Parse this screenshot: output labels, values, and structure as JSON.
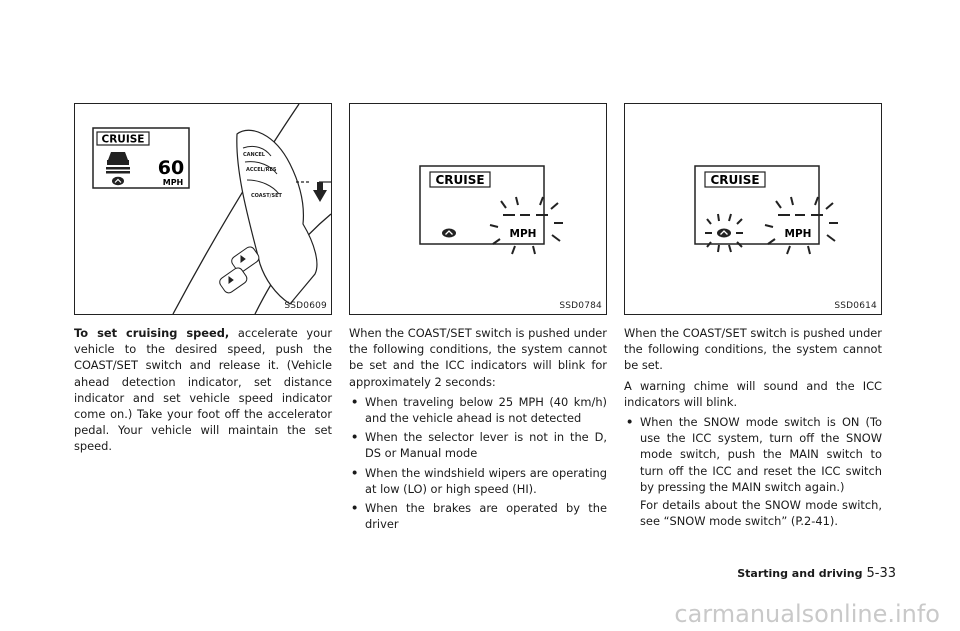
{
  "figures": [
    {
      "code": "SSD0609",
      "display": {
        "cruise_label": "CRUISE",
        "speed": "60",
        "unit": "MPH"
      },
      "steering_buttons": [
        "CANCEL",
        "ACCEL/RES",
        "COAST/SET"
      ]
    },
    {
      "code": "SSD0784",
      "display": {
        "cruise_label": "CRUISE",
        "unit": "MPH"
      }
    },
    {
      "code": "SSD0614",
      "display": {
        "cruise_label": "CRUISE",
        "unit": "MPH"
      }
    }
  ],
  "col1": {
    "lead_bold": "To set cruising speed,",
    "lead_rest": " accelerate your vehicle to the desired speed, push the COAST/SET switch and release it. (Vehicle ahead detection indicator, set distance indicator and set vehicle speed indicator come on.) Take your foot off the accelerator pedal. Your vehicle will maintain the set speed."
  },
  "col2": {
    "intro": "When the COAST/SET switch is pushed under the following conditions, the system cannot be set and the ICC indicators will blink for approximately 2 seconds:",
    "bullets": [
      "When traveling below 25 MPH (40 km/h) and the vehicle ahead is not detected",
      "When the selector lever is not in the D, DS or Manual mode",
      "When the windshield wipers are operating at low (LO) or high speed (HI).",
      "When the brakes are operated by the driver"
    ]
  },
  "col3": {
    "intro": "When the COAST/SET switch is pushed under the following conditions, the system cannot be set.",
    "para2": "A warning chime will sound and the ICC indicators will blink.",
    "bullet": "When the SNOW mode switch is ON (To use the ICC system, turn off the SNOW mode switch, push the MAIN switch to turn off the ICC and reset the ICC switch by pressing the MAIN switch again.)",
    "sub": "For details about the SNOW mode switch, see “SNOW mode switch” (P.2-41)."
  },
  "bullet_symbol": "•",
  "footer": {
    "section": "Starting and driving",
    "page": "5-33"
  },
  "watermark": "carmanualsonline.info"
}
